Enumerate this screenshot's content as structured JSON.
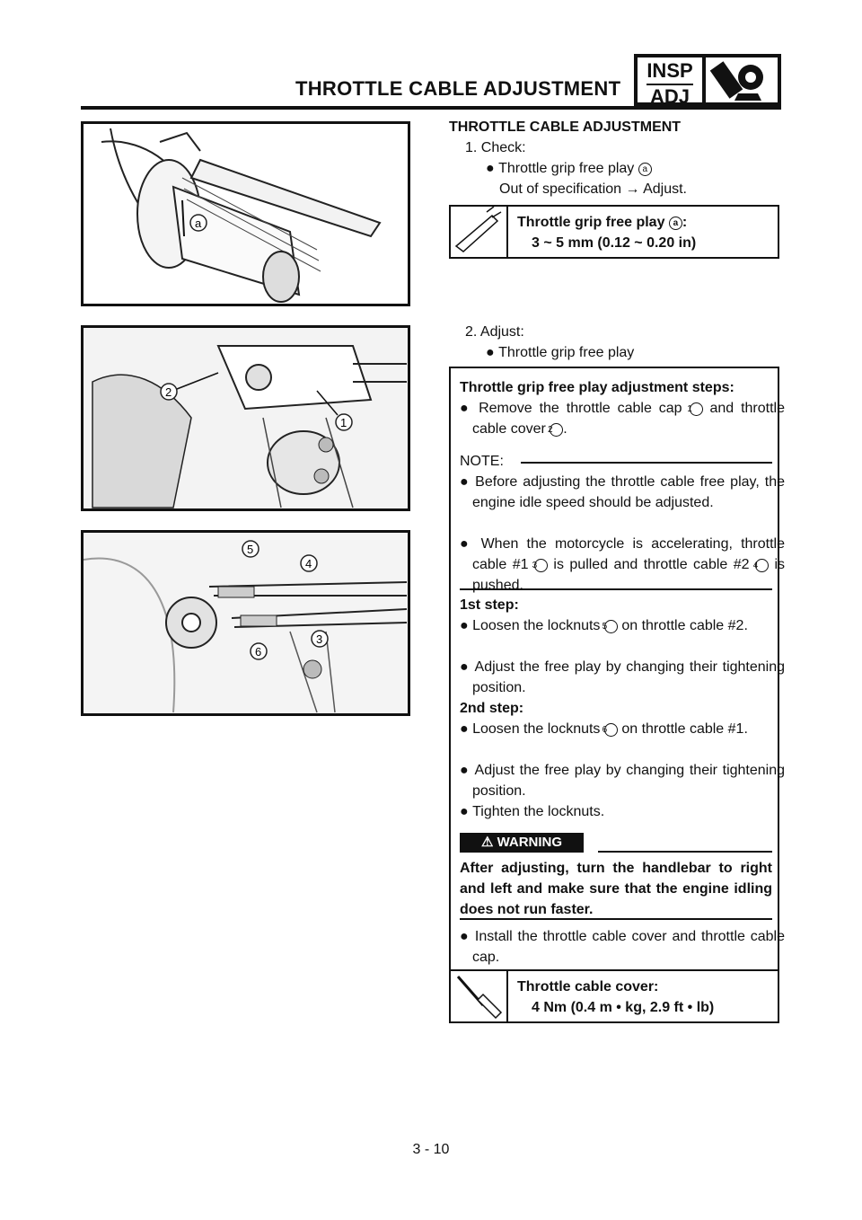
{
  "header": {
    "title": "THROTTLE CABLE ADJUSTMENT",
    "badge_top": "INSP",
    "badge_bottom": "ADJ"
  },
  "section_title": "THROTTLE CABLE ADJUSTMENT",
  "step1": {
    "label": "1.  Check:",
    "item": "Throttle grip free play",
    "item_ref": "a",
    "result": "Out of specification → Adjust."
  },
  "spec1": {
    "title": "Throttle grip free play",
    "title_ref": "a",
    "title_suffix": ":",
    "value": "3 ~ 5 mm (0.12 ~ 0.20 in)"
  },
  "step2": {
    "label": "2.  Adjust:",
    "item": "Throttle grip free play"
  },
  "steps_box": {
    "heading": "Throttle grip free play adjustment steps:",
    "intro_a": "Remove the throttle cable cap",
    "intro_ref1": "1",
    "intro_b": "and throttle cable cover",
    "intro_ref2": "2",
    "intro_c": ".",
    "note_label": "NOTE:",
    "note1": "Before adjusting the throttle cable free play, the engine idle speed should be adjusted.",
    "note2_a": "When the motorcycle is accelerating, throttle cable #1",
    "note2_ref1": "3",
    "note2_b": "is pulled and throttle cable #2",
    "note2_ref2": "4",
    "note2_c": "is pushed.",
    "first_step": "1st step:",
    "first_a1": "Loosen the locknuts",
    "first_ref": "5",
    "first_a2": "on throttle cable #2.",
    "first_b": "Adjust the free play by changing their tightening position.",
    "second_step": "2nd step:",
    "second_a1": "Loosen the locknuts",
    "second_ref": "6",
    "second_a2": "on throttle cable #1.",
    "second_b": "Adjust the free play by changing their tightening position.",
    "second_c": "Tighten the locknuts.",
    "warning_label": "WARNING",
    "warning_text": "After adjusting, turn the handlebar to right and left and make sure that the engine idling does not run faster.",
    "final": "Install the throttle cable cover and throttle cable cap."
  },
  "spec2": {
    "title": "Throttle cable cover:",
    "value": "4 Nm (0.4 m • kg, 2.9 ft • lb)"
  },
  "figure_labels": {
    "fig1": [
      "a"
    ],
    "fig2": [
      "1",
      "2"
    ],
    "fig3": [
      "3",
      "4",
      "5",
      "6"
    ]
  },
  "page_number": "3 - 10"
}
